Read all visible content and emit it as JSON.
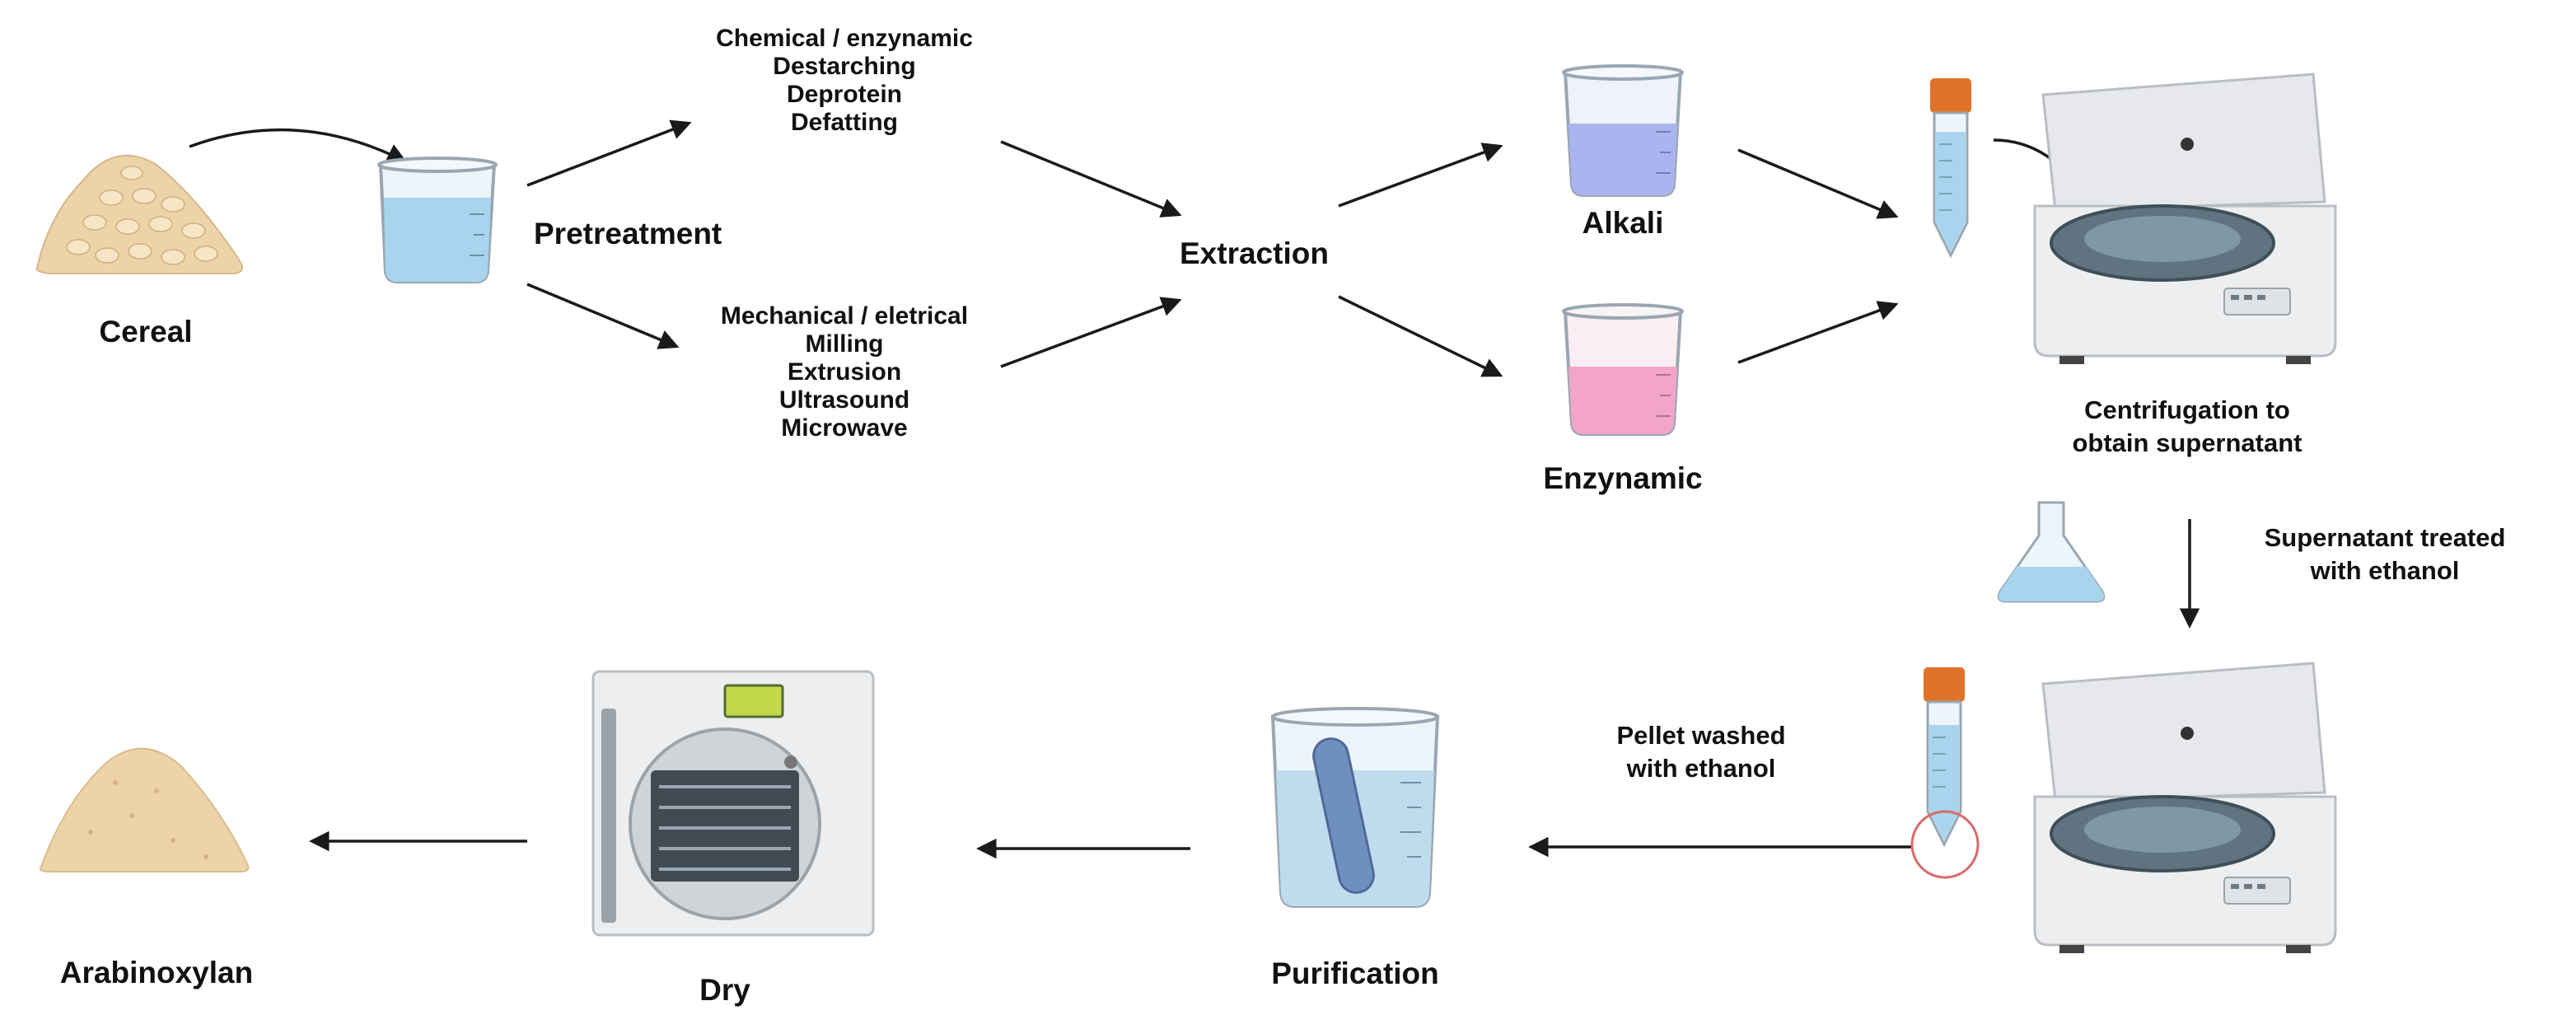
{
  "labels": {
    "cereal": "Cereal",
    "pretreatment": "Pretreatment",
    "chemical": [
      "Chemical / enzynamic",
      "Destarching",
      "Deprotein",
      "Defatting"
    ],
    "mechanical": [
      "Mechanical / eletrical",
      "Milling",
      "Extrusion",
      "Ultrasound",
      "Microwave"
    ],
    "extraction": "Extraction",
    "alkali": "Alkali",
    "enzynamic": "Enzynamic",
    "centrifugation": [
      "Centrifugation to",
      "obtain supernatant"
    ],
    "supernatant": [
      "Supernatant treated",
      "with ethanol"
    ],
    "pellet": [
      "Pellet washed",
      "with ethanol"
    ],
    "purification": "Purification",
    "dry": "Dry",
    "arabinoxylan": "Arabinoxylan"
  },
  "colors": {
    "arrow": "#1a1a1a",
    "water": "#a9d4ee",
    "alkali": "#aab4ee",
    "enzyme": "#f2a5c8",
    "tube_cap": "#e0732a",
    "powder": "#ecd3a8",
    "highlight_ring": "#d96b6b"
  }
}
